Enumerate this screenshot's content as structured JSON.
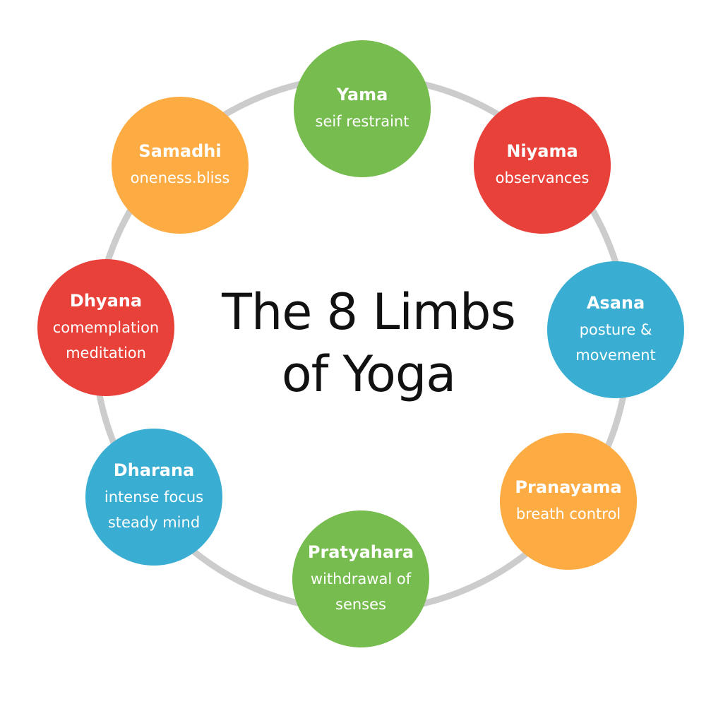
{
  "title": {
    "line1": "The 8 Limbs",
    "line2": "of Yoga"
  },
  "colors": {
    "green": "#76bc4e",
    "red": "#e8413a",
    "blue": "#3aaed2",
    "orange": "#fdab43",
    "ring": "#cccccc",
    "title": "#111111"
  },
  "limbs": [
    {
      "name": "Yama",
      "desc": "seif restraint",
      "color": "green"
    },
    {
      "name": "Niyama",
      "desc": "observances",
      "color": "red"
    },
    {
      "name": "Asana",
      "desc": "posture &\nmovement",
      "color": "blue"
    },
    {
      "name": "Pranayama",
      "desc": "breath control",
      "color": "orange"
    },
    {
      "name": "Pratyahara",
      "desc": "withdrawal of\nsenses",
      "color": "green"
    },
    {
      "name": "Dharana",
      "desc": "intense focus\nsteady mind",
      "color": "blue"
    },
    {
      "name": "Dhyana",
      "desc": "comemplation\nmeditation",
      "color": "red"
    },
    {
      "name": "Samadhi",
      "desc": "oneness.bliss",
      "color": "orange"
    }
  ]
}
